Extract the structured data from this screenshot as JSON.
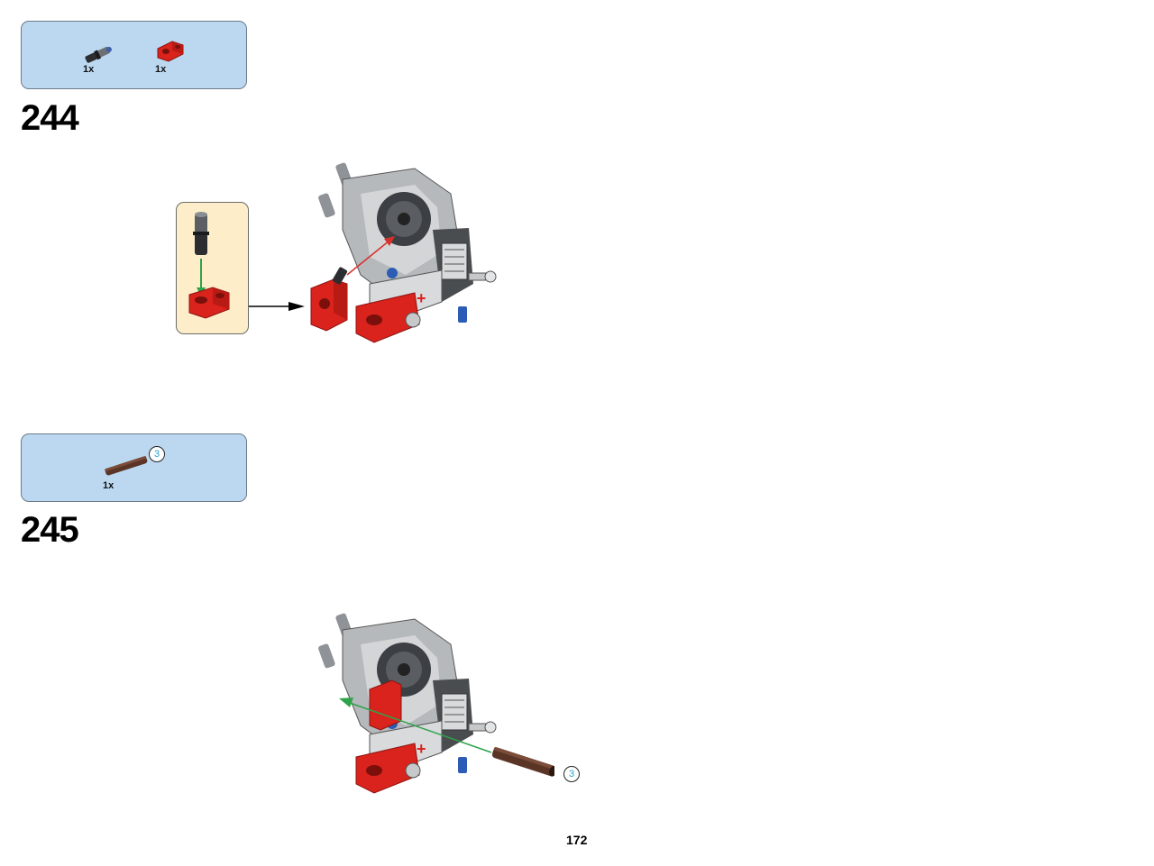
{
  "page_number": "172",
  "steps": [
    {
      "number": "244",
      "parts": [
        {
          "qty": "1x",
          "icon": "black-blue-connector-pin-icon"
        },
        {
          "qty": "1x",
          "icon": "red-pin-connector-block-icon"
        }
      ]
    },
    {
      "number": "245",
      "parts": [
        {
          "qty": "1x",
          "icon": "brown-axle-icon",
          "length": "3"
        }
      ],
      "axle_length_label": "3"
    }
  ],
  "colors": {
    "parts_box": "#bcd8f1",
    "callout_box": "#fdeec9",
    "red_part": "#d9231c",
    "axle": "#5a3526",
    "gray_part": "#a9acae",
    "dark_gray": "#4a4d50",
    "assembly_arrow_red": "#d8312b",
    "assembly_arrow_green": "#2fa34a",
    "length_badge_text": "#2aa0c8"
  }
}
